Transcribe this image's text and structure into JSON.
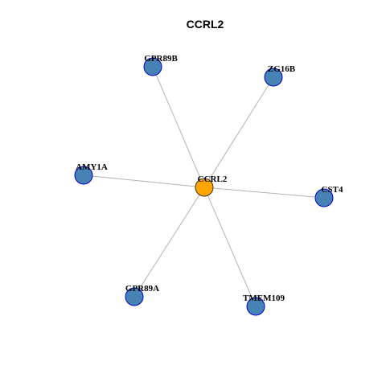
{
  "title": "CCRL2",
  "colors": {
    "background": "#ffffff",
    "edge": "#b3b3b3",
    "hub_fill": "#ffa500",
    "hub_stroke": "#333333",
    "leaf_fill": "#4682b4",
    "leaf_stroke": "#0000cd",
    "label": "#000000"
  },
  "graph": {
    "layout": "star",
    "center": {
      "id": "CCRL2",
      "label": "CCRL2",
      "role": "hub"
    },
    "nodes": [
      {
        "id": "GPR89B",
        "label": "GPR89B",
        "role": "leaf"
      },
      {
        "id": "ZG16B",
        "label": "ZG16B",
        "role": "leaf"
      },
      {
        "id": "AMY1A",
        "label": "AMY1A",
        "role": "leaf"
      },
      {
        "id": "CST4",
        "label": "CST4",
        "role": "leaf"
      },
      {
        "id": "GPR89A",
        "label": "GPR89A",
        "role": "leaf"
      },
      {
        "id": "TMEM109",
        "label": "TMEM109",
        "role": "leaf"
      }
    ],
    "edges": [
      {
        "source": "CCRL2",
        "target": "GPR89B"
      },
      {
        "source": "CCRL2",
        "target": "ZG16B"
      },
      {
        "source": "CCRL2",
        "target": "AMY1A"
      },
      {
        "source": "CCRL2",
        "target": "CST4"
      },
      {
        "source": "CCRL2",
        "target": "GPR89A"
      },
      {
        "source": "CCRL2",
        "target": "TMEM109"
      }
    ]
  }
}
